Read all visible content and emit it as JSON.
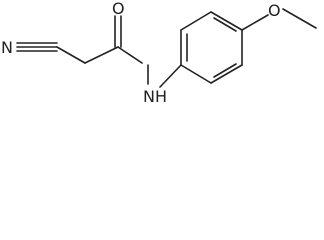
{
  "molecule": {
    "atoms": {
      "nitrogen_nitrile": "N",
      "oxygen_carbonyl": "O",
      "amide_nh": "NH",
      "oxygen_ether": "O"
    },
    "colors": {
      "bond": "#222222",
      "label": "#222222",
      "background": "#ffffff"
    }
  }
}
